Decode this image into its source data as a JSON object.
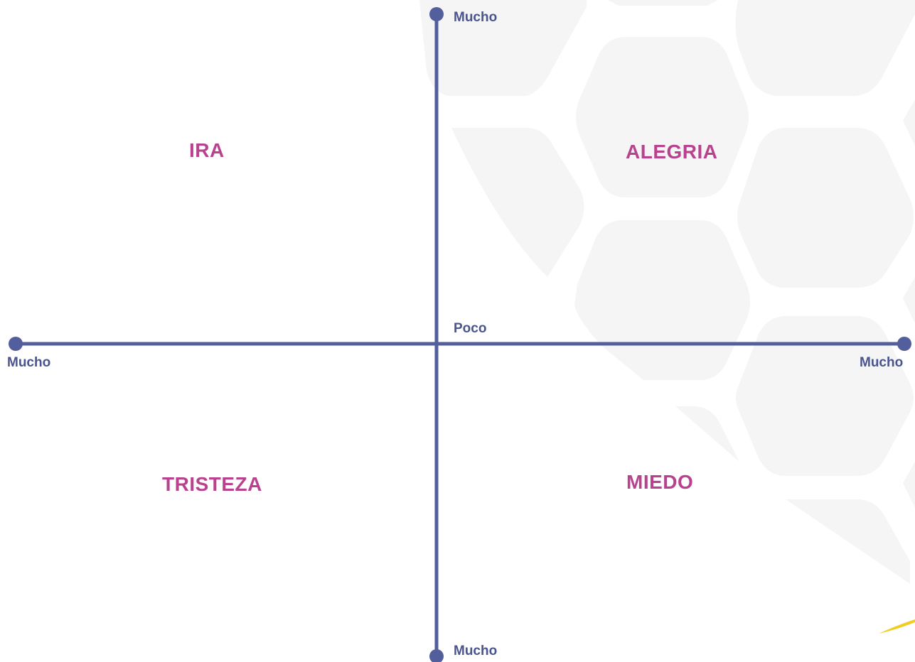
{
  "colors": {
    "axis": "#535e9c",
    "axis_text": "#4a548f",
    "quadrant_text": "#b8428e",
    "hexagon_bg": "#f5f5f5",
    "accent_yellow": "#f2cc1f"
  },
  "axis_labels": {
    "top": "Mucho",
    "bottom": "Mucho",
    "left": "Mucho",
    "right": "Mucho",
    "center": "Poco"
  },
  "quadrants": {
    "top_left": "IRA",
    "top_right": "ALEGRIA",
    "bottom_left": "TRISTEZA",
    "bottom_right": "MIEDO"
  }
}
